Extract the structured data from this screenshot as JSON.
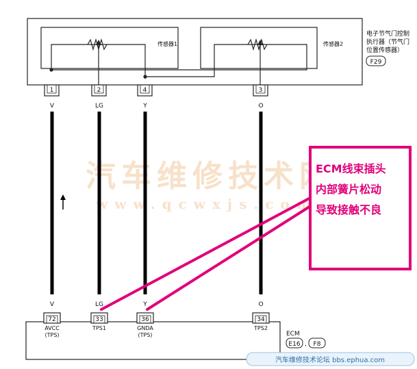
{
  "actuator": {
    "title_lines": [
      "电子节气门控制",
      "执行器（节气门",
      "位置传感器）"
    ],
    "connector_id": "F29",
    "sensor1_label": "传感器1",
    "sensor2_label": "传感器2"
  },
  "top_pins": [
    {
      "pin": "1",
      "wire": "V"
    },
    {
      "pin": "2",
      "wire": "LG"
    },
    {
      "pin": "4",
      "wire": "Y"
    },
    {
      "pin": "3",
      "wire": "O"
    }
  ],
  "bottom_pins": [
    {
      "pin": "72",
      "wire": "V",
      "name": "AVCC",
      "sub": "(TPS)"
    },
    {
      "pin": "33",
      "wire": "LG",
      "name": "TPS1",
      "sub": ""
    },
    {
      "pin": "36",
      "wire": "Y",
      "name": "GNDA",
      "sub": "(TPS)"
    },
    {
      "pin": "34",
      "wire": "O",
      "name": "TPS2",
      "sub": ""
    }
  ],
  "ecm": {
    "label": "ECM",
    "connector_a": "E16",
    "separator": ",",
    "connector_b": "F8"
  },
  "callout": {
    "lines": [
      "ECM线束插头",
      "内部簧片松动",
      "导致接触不良"
    ],
    "color": "#e0007a"
  },
  "watermark": {
    "top": "汽车维修技术网",
    "bottom": "www.qcwxjs.com"
  },
  "footer": "汽车维修技术论坛 bbs.ephua.com"
}
